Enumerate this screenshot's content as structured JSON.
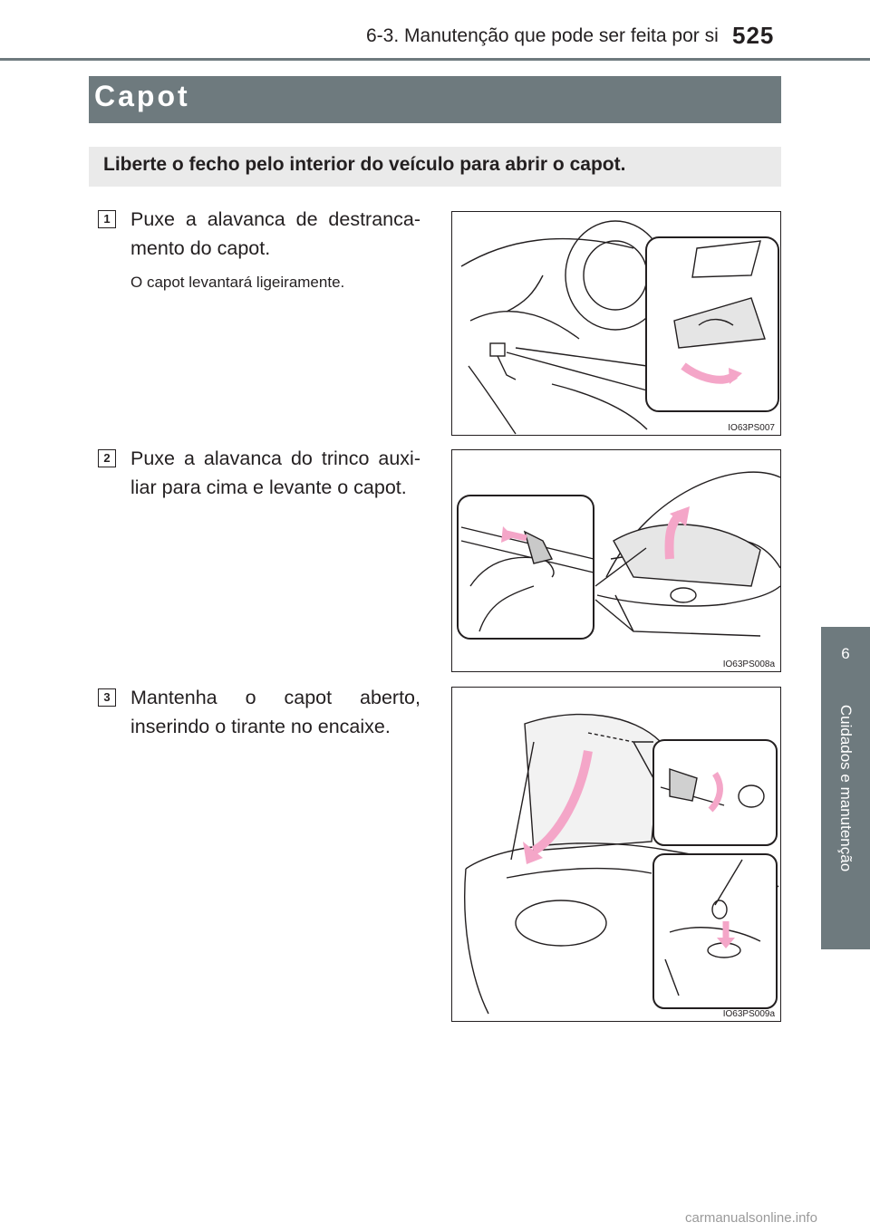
{
  "header": {
    "section": "6-3. Manutenção que pode ser feita por si",
    "page_number": "525"
  },
  "title": "Capot",
  "intro": "Liberte o fecho pelo interior do veículo para abrir o capot.",
  "steps": [
    {
      "number": "1",
      "text": "Puxe a alavanca de destranca-mento do capot.",
      "note": "O capot levantará ligeiramente.",
      "figure_code": "IO63PS007"
    },
    {
      "number": "2",
      "text": "Puxe a alavanca do trinco auxi-liar para cima e levante o capot.",
      "figure_code": "IO63PS008a"
    },
    {
      "number": "3",
      "text": "Mantenha o capot aberto, inserindo o tirante no encaixe.",
      "figure_code": "IO63PS009a"
    }
  ],
  "side_tab": {
    "number": "6",
    "label": "Cuidados e manutenção"
  },
  "watermark": "carmanualsonline.info",
  "colors": {
    "header_gray": "#6e7a7e",
    "intro_bg": "#eaeaea",
    "arrow_pink": "#f4a6c8"
  }
}
